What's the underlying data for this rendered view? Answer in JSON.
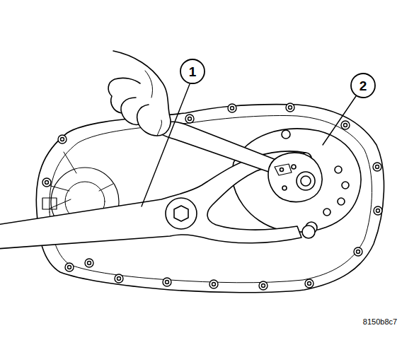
{
  "diagram": {
    "labels": [
      "1",
      "2",
      "8150b8c7"
    ]
  }
}
